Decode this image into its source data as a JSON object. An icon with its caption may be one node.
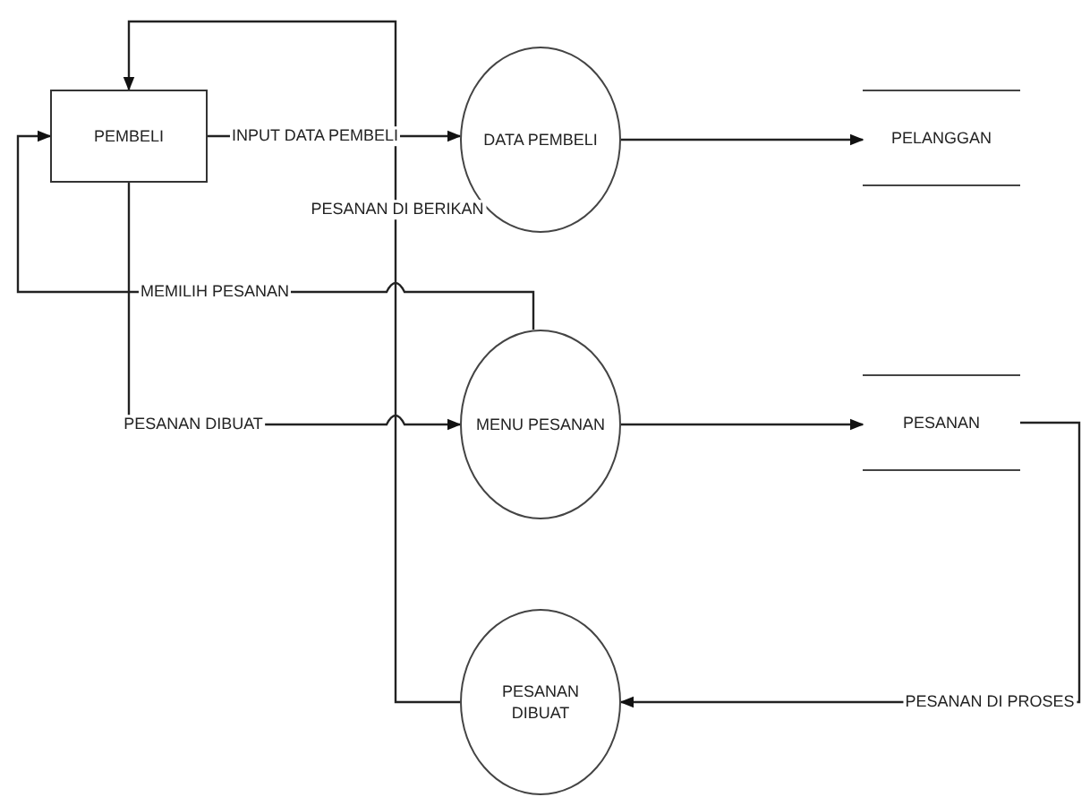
{
  "diagram": {
    "nodes": [
      {
        "text": [
          "PEMBELI"
        ]
      },
      {
        "text": [
          "DATA PEMBELI"
        ]
      },
      {
        "text": [
          "PELANGGAN"
        ]
      },
      {
        "text": [
          "MENU PESANAN"
        ]
      },
      {
        "text": [
          "PESANAN"
        ]
      },
      {
        "text": [
          "PESANAN DIBUAT"
        ]
      }
    ],
    "edges": [
      {
        "from": 0,
        "to": 1,
        "arrow": "to",
        "label": "INPUT DATA PEMBELI"
      },
      {
        "from": 1,
        "to": 2,
        "arrow": "to"
      },
      {
        "from": 3,
        "to": 0,
        "arrow": "to",
        "label": "MEMILIH PESANAN"
      },
      {
        "from": 0,
        "to": 3,
        "arrow": "to",
        "label": "PESANAN DIBUAT"
      },
      {
        "from": 5,
        "to": 0,
        "arrow": "to",
        "label": "PESANAN DI BERIKAN"
      },
      {
        "from": 3,
        "to": 4,
        "arrow": "to"
      },
      {
        "from": 4,
        "to": 5,
        "arrow": "to",
        "label": "PESANAN DI PROSES"
      }
    ]
  }
}
